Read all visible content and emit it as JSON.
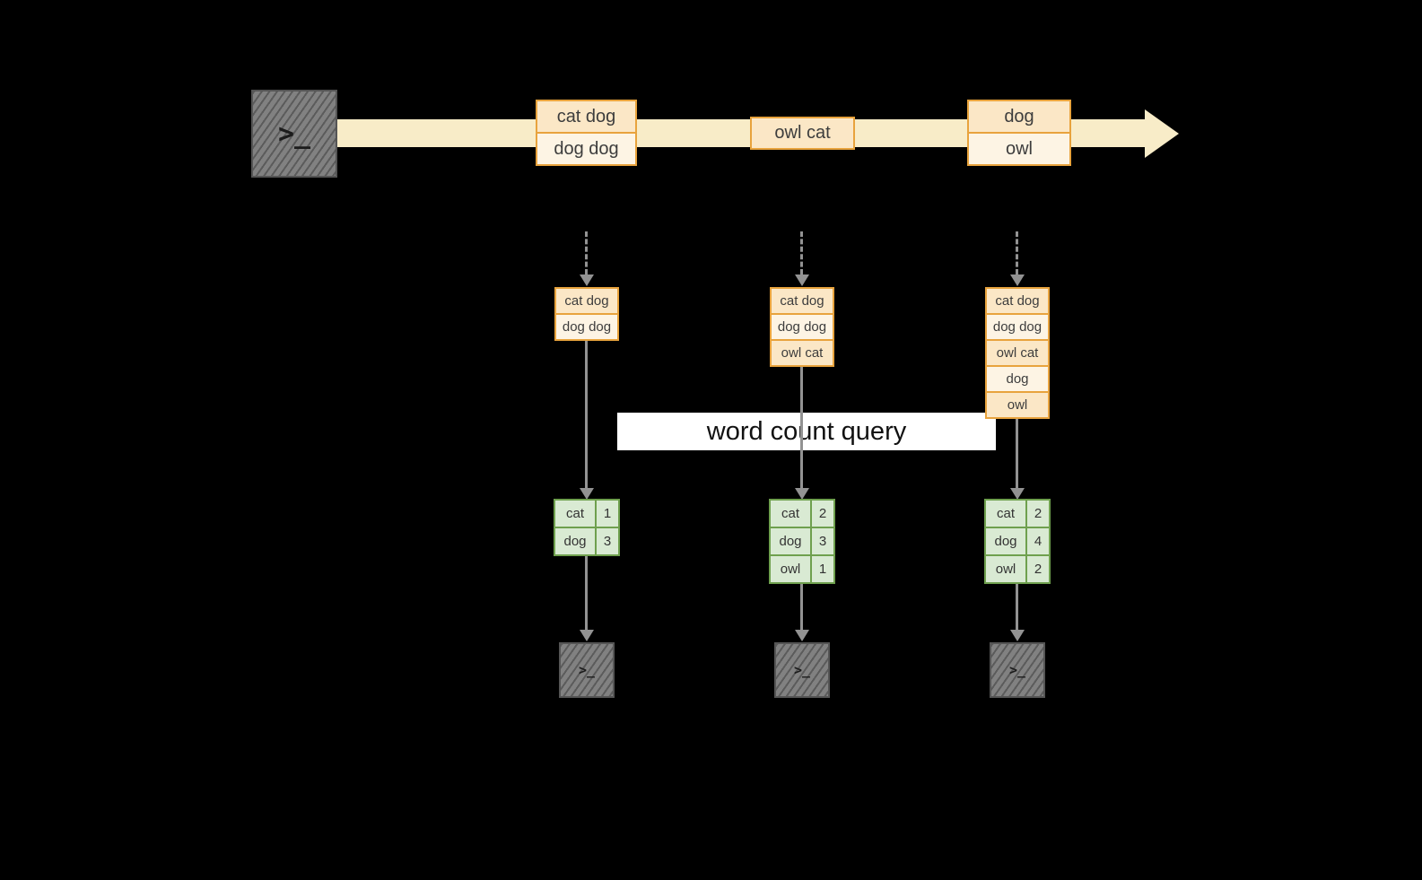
{
  "colors": {
    "background": "#000000",
    "stream_arrow": "#F8ECC8",
    "event_border": "#E8A33D",
    "event_fill_dark": "#FBE7C6",
    "event_fill_light": "#FDF4E4",
    "table_border": "#6FA04E",
    "table_fill": "#D9EAD3",
    "arrow_gray": "#929292",
    "terminal_fill": "#818181",
    "banner_bg": "#FFFFFF",
    "banner_text": "#111111"
  },
  "icons": {
    "terminal_prompt": ">_"
  },
  "stream": {
    "events": [
      {
        "lines": [
          "cat dog",
          "dog dog"
        ]
      },
      {
        "lines": [
          "owl cat"
        ]
      },
      {
        "lines": [
          "dog",
          "owl"
        ]
      }
    ]
  },
  "batches": [
    {
      "items": [
        "cat dog",
        "dog dog"
      ]
    },
    {
      "items": [
        "cat dog",
        "dog dog",
        "owl cat"
      ]
    },
    {
      "items": [
        "cat dog",
        "dog dog",
        "owl cat",
        "dog",
        "owl"
      ]
    }
  ],
  "banner": {
    "label": "word count query"
  },
  "results": [
    {
      "rows": [
        [
          "cat",
          "1"
        ],
        [
          "dog",
          "3"
        ]
      ]
    },
    {
      "rows": [
        [
          "cat",
          "2"
        ],
        [
          "dog",
          "3"
        ],
        [
          "owl",
          "1"
        ]
      ]
    },
    {
      "rows": [
        [
          "cat",
          "2"
        ],
        [
          "dog",
          "4"
        ],
        [
          "owl",
          "2"
        ]
      ]
    }
  ]
}
